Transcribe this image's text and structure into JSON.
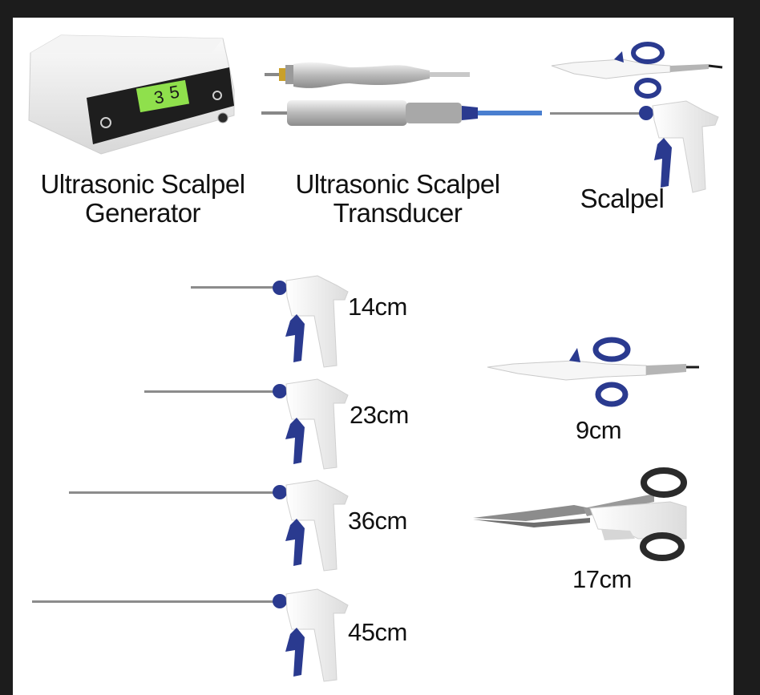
{
  "labels": {
    "generator": [
      "Ultrasonic Scalpel",
      "Generator"
    ],
    "transducer": [
      "Ultrasonic Scalpel",
      "Transducer"
    ],
    "scalpel": "Scalpel"
  },
  "generator_display": {
    "digit_left": "3",
    "digit_right": "5"
  },
  "sizes": {
    "s14": "14cm",
    "s23": "23cm",
    "s36": "36cm",
    "s45": "45cm",
    "s9": "9cm",
    "s17": "17cm"
  },
  "colors": {
    "accent_blue": "#2a3a8f",
    "display_green": "#8fe04c",
    "cable_blue": "#4a7fd0",
    "background": "#1c1c1c",
    "panel": "#ffffff"
  }
}
